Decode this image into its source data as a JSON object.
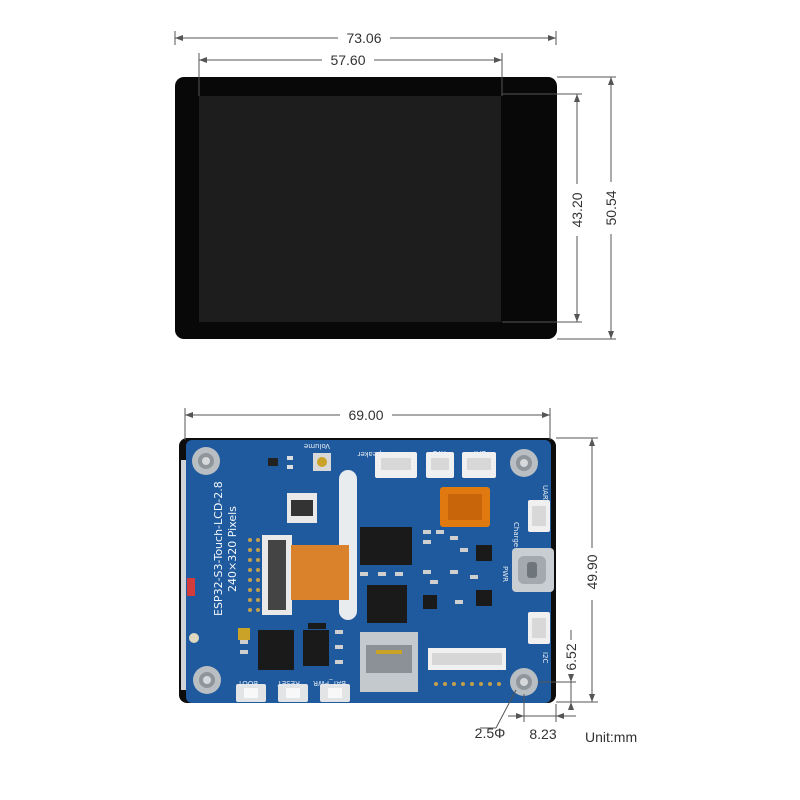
{
  "dimensions": {
    "screen_width_total": "73.06",
    "screen_active_width": "57.60",
    "screen_active_height": "43.20",
    "screen_height_total": "50.54",
    "board_width": "69.00",
    "board_height": "49.90",
    "hole_offset_vertical": "6.52",
    "hole_offset_horizontal": "8.23",
    "hole_diameter": "2.5Φ",
    "unit": "Unit:mm"
  },
  "board": {
    "model_label": "ESP32-S3-Touch-LCD-2.8",
    "resolution_label": "240×320 Pixels",
    "top_connectors": [
      "Speaker",
      "RTC",
      "BAT"
    ],
    "volume_label": "Volume",
    "right_labels": [
      "UART",
      "I2C",
      "PWR",
      "Charge"
    ],
    "bottom_buttons": [
      "BOOT",
      "RESET",
      "BAT_PWR"
    ]
  },
  "colors": {
    "pcb": "#1f5a9e",
    "screen_bezel": "#080808",
    "screen_active": "#1d1d1d",
    "chip_orange": "#e07a10",
    "fpc_orange": "#d9822b"
  }
}
